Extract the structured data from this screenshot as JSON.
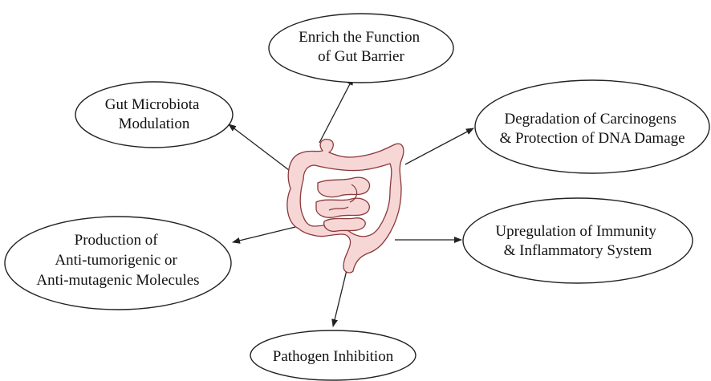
{
  "center": {
    "icon": "intestine-icon",
    "fill_color": "#f7d6d6",
    "stroke_color": "#8a3a3a"
  },
  "nodes": [
    {
      "id": "gut-barrier",
      "lines": [
        "Enrich the Function",
        "of Gut Barrier"
      ]
    },
    {
      "id": "microbiota",
      "lines": [
        "Gut Microbiota",
        "Modulation"
      ]
    },
    {
      "id": "carcinogens",
      "lines": [
        "Degradation of Carcinogens",
        "& Protection of DNA Damage"
      ]
    },
    {
      "id": "anti-tumor",
      "lines": [
        "Production of",
        "Anti-tumorigenic or",
        "Anti-mutagenic Molecules"
      ]
    },
    {
      "id": "immunity",
      "lines": [
        "Upregulation of Immunity",
        "& Inflammatory System"
      ]
    },
    {
      "id": "pathogen",
      "lines": [
        "Pathogen Inhibition"
      ]
    }
  ]
}
